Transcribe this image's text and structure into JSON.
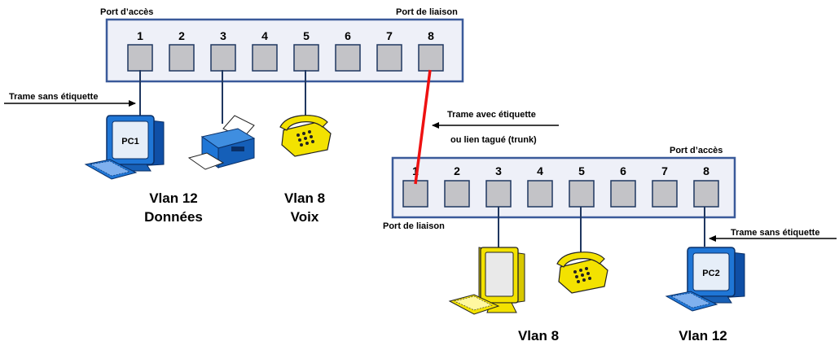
{
  "switch_top": {
    "access_label": "Port d’accès",
    "trunk_label": "Port de liaison",
    "ports": [
      "1",
      "2",
      "3",
      "4",
      "5",
      "6",
      "7",
      "8"
    ]
  },
  "switch_bottom": {
    "access_label": "Port d’accès",
    "trunk_label": "Port de liaison",
    "ports": [
      "1",
      "2",
      "3",
      "4",
      "5",
      "6",
      "7",
      "8"
    ]
  },
  "frames": {
    "untagged_left": "Trame sans étiquette",
    "untagged_right": "Trame sans étiquette",
    "tagged_line1": "Trame avec étiquette",
    "tagged_line2": "ou lien tagué (trunk)"
  },
  "devices": {
    "pc1": "PC1",
    "pc2": "PC2"
  },
  "vlans": {
    "top_data_line1": "Vlan 12",
    "top_data_line2": "Données",
    "top_voice_line1": "Vlan 8",
    "top_voice_line2": "Voix",
    "bottom_vlan8": "Vlan 8",
    "bottom_vlan12": "Vlan 12"
  },
  "colors": {
    "switch_fill": "#eef0f8",
    "switch_border": "#3a5a9a",
    "port_fill": "#c3c3c7",
    "link": "#1f3760",
    "trunk": "#ee1111",
    "pc_blue": "#1f76d6",
    "phone_yellow": "#f3e200"
  }
}
